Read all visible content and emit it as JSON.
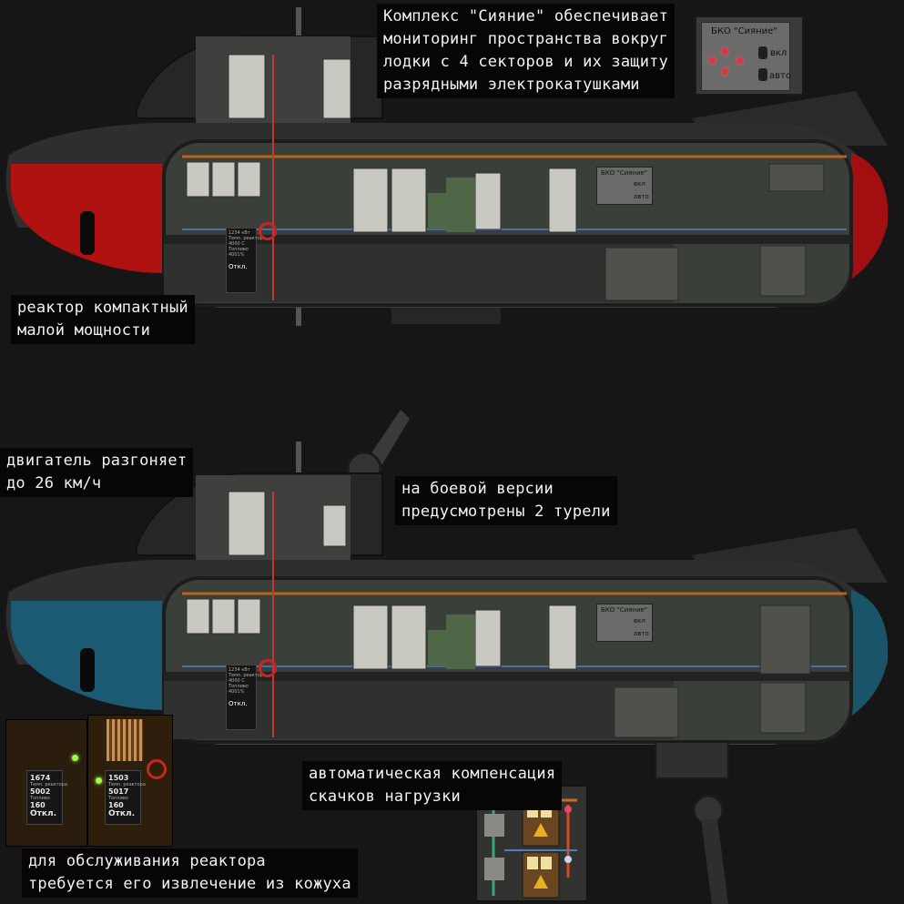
{
  "captions": {
    "top_right": [
      "Комплекс \"Сияние\" обеспечивает",
      "мониторинг пространства вокруг",
      "лодки с 4 секторов и их защиту",
      "разрядными электрокатушками"
    ],
    "reactor": [
      "реактор компактный",
      "малой мощности"
    ],
    "engine": [
      "двигатель разгоняет",
      "до 26 км/ч"
    ],
    "turrets": [
      "на боевой версии",
      "предусмотрены 2 турели"
    ],
    "compensation": [
      "автоматическая компенсация",
      "скачков нагрузки"
    ],
    "maintenance": [
      "для обслуживания реактора",
      "требуется его извлечение из кожуха"
    ]
  },
  "control_panel": {
    "title": "БКО \"Сияние\"",
    "on_label": "вкл",
    "auto_label": "авто"
  },
  "reactor_screens": {
    "left": {
      "output": "1674",
      "temp_label": "Темп. реактора",
      "temp": "5002",
      "fuel_label": "Топливо",
      "fuel": "160",
      "status": "Откл."
    },
    "right": {
      "output": "1503",
      "temp_label": "Темп. реактора",
      "temp": "5017",
      "fuel_label": "Топливо",
      "fuel": "160",
      "status": "Откл."
    },
    "sub_top": {
      "l1": "1234 кВт",
      "l2": "Темп. реактора",
      "l3": "4000 С",
      "l4": "Топливо",
      "l5": "4001%",
      "status": "Откл."
    },
    "sub_bottom": {
      "l1": "1234 кВт",
      "l2": "Темп. реактора",
      "l3": "4000 С",
      "l4": "Топливо",
      "l5": "4001%",
      "status": "Откл."
    }
  },
  "mini_panel_labels": {
    "title": "БКО \"Сияние\"",
    "on": "вкл",
    "auto": "авто"
  },
  "colors": {
    "background": "#161616",
    "hull_dark": "#2b2b2b",
    "hull_red": "#b01212",
    "hull_blue": "#1b5a72",
    "interior": "#3b3f3a",
    "caption_bg": "#060606",
    "caption_text": "#f2f2f2"
  }
}
